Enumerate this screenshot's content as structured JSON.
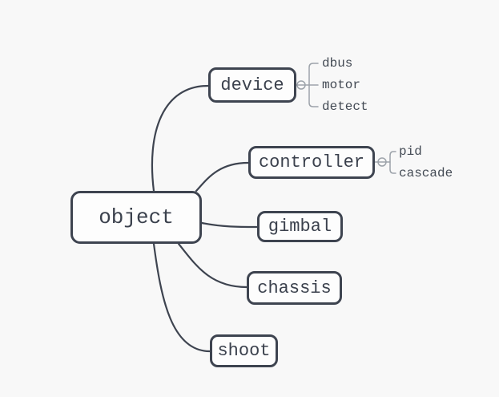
{
  "theme": {
    "canvas_bg": "#f8f8f8",
    "node_fill": "#fdfdfd",
    "stroke": "#3e4450",
    "node_text": "#3b414d",
    "leaf_text": "#434a54",
    "bracket": "#9da3aa"
  },
  "mindmap": {
    "root": {
      "label": "object"
    },
    "branches": [
      {
        "label": "device",
        "children": [
          "dbus",
          "motor",
          "detect"
        ]
      },
      {
        "label": "controller",
        "children": [
          "pid",
          "cascade"
        ]
      },
      {
        "label": "gimbal",
        "children": []
      },
      {
        "label": "chassis",
        "children": []
      },
      {
        "label": "shoot",
        "children": []
      }
    ]
  }
}
